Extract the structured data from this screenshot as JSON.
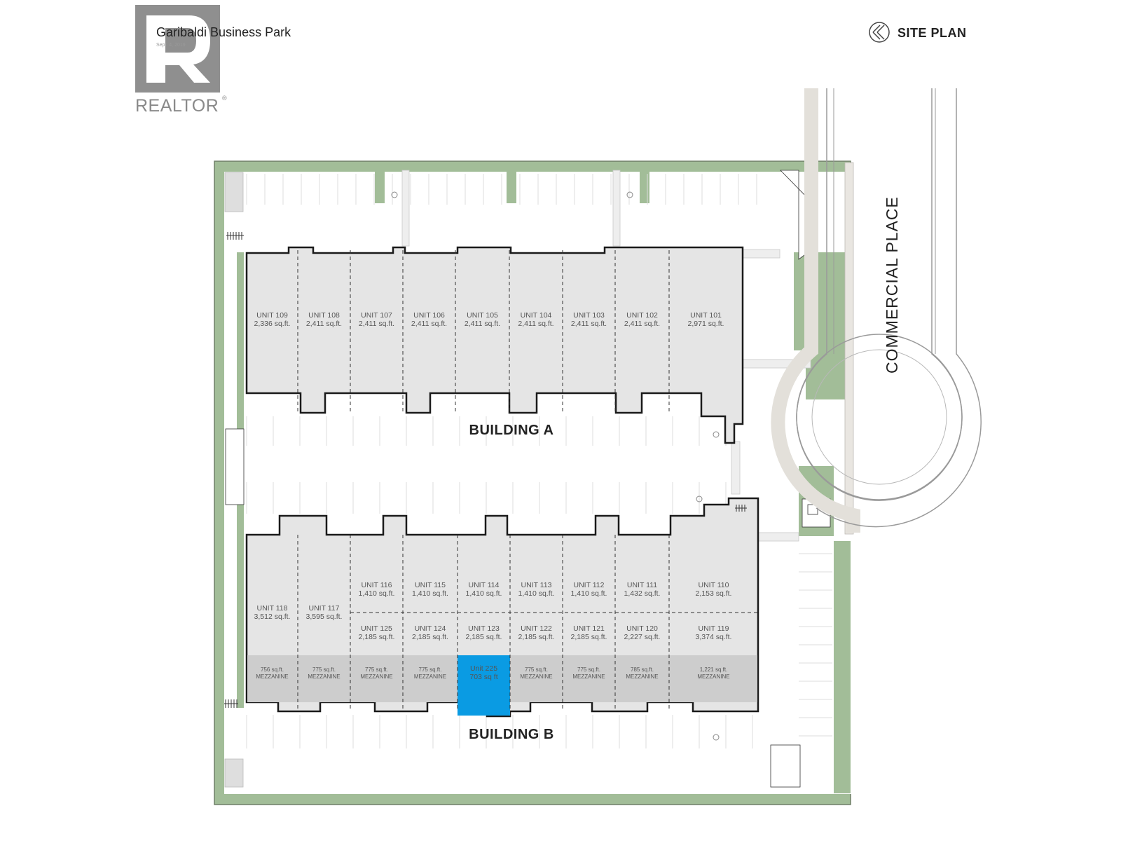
{
  "header": {
    "project_name": "Garibaldi Business Park",
    "date": "Sept. 4, 2019",
    "site_plan_label": "SITE PLAN",
    "realtor_logo_text": "REALTOR",
    "realtor_mark": "®"
  },
  "street_name": "COMMERCIAL PLACE",
  "buildings": {
    "a": {
      "label": "BUILDING A",
      "units": [
        {
          "name": "UNIT 109",
          "area": "2,336 sq.ft."
        },
        {
          "name": "UNIT 108",
          "area": "2,411 sq.ft."
        },
        {
          "name": "UNIT 107",
          "area": "2,411 sq.ft."
        },
        {
          "name": "UNIT 106",
          "area": "2,411 sq.ft."
        },
        {
          "name": "UNIT 105",
          "area": "2,411 sq.ft."
        },
        {
          "name": "UNIT 104",
          "area": "2,411 sq.ft."
        },
        {
          "name": "UNIT 103",
          "area": "2,411 sq.ft."
        },
        {
          "name": "UNIT 102",
          "area": "2,411 sq.ft."
        },
        {
          "name": "UNIT 101",
          "area": "2,971 sq.ft."
        }
      ]
    },
    "b": {
      "label": "BUILDING B",
      "large_units": [
        {
          "name": "UNIT 118",
          "area": "3,512 sq.ft."
        },
        {
          "name": "UNIT 117",
          "area": "3,595 sq.ft."
        }
      ],
      "front_units": [
        {
          "name": "UNIT 116",
          "area": "1,410 sq.ft."
        },
        {
          "name": "UNIT 115",
          "area": "1,410 sq.ft."
        },
        {
          "name": "UNIT 114",
          "area": "1,410 sq.ft."
        },
        {
          "name": "UNIT 113",
          "area": "1,410 sq.ft."
        },
        {
          "name": "UNIT 112",
          "area": "1,410 sq.ft."
        },
        {
          "name": "UNIT 111",
          "area": "1,432 sq.ft."
        },
        {
          "name": "UNIT 110",
          "area": "2,153 sq.ft."
        }
      ],
      "rear_units": [
        {
          "name": "UNIT 125",
          "area": "2,185 sq.ft."
        },
        {
          "name": "UNIT 124",
          "area": "2,185 sq.ft."
        },
        {
          "name": "UNIT 123",
          "area": "2,185 sq.ft."
        },
        {
          "name": "UNIT 122",
          "area": "2,185 sq.ft."
        },
        {
          "name": "UNIT 121",
          "area": "2,185 sq.ft."
        },
        {
          "name": "UNIT 120",
          "area": "2,227 sq.ft."
        },
        {
          "name": "UNIT 119",
          "area": "3,374 sq.ft."
        }
      ],
      "mezzanines": [
        {
          "area": "756 sq.ft.",
          "label": "MEZZANINE"
        },
        {
          "area": "775 sq.ft.",
          "label": "MEZZANINE"
        },
        {
          "area": "775 sq.ft.",
          "label": "MEZZANINE"
        },
        {
          "area": "775 sq.ft.",
          "label": "MEZZANINE"
        },
        {
          "area": "",
          "label": ""
        },
        {
          "area": "775 sq.ft.",
          "label": "MEZZANINE"
        },
        {
          "area": "775 sq.ft.",
          "label": "MEZZANINE"
        },
        {
          "area": "785 sq.ft.",
          "label": "MEZZANINE"
        },
        {
          "area": "1,221 sq.ft.",
          "label": "MEZZANINE"
        }
      ],
      "highlighted_unit": {
        "name": "Unit 225",
        "area": "703 sq ft"
      }
    }
  },
  "colors": {
    "landscape": "#a2bd98",
    "building": "#e5e5e5",
    "mezzanine": "#cdcdcd",
    "highlight": "#0a9be3",
    "outline": "#1a1a1a"
  }
}
